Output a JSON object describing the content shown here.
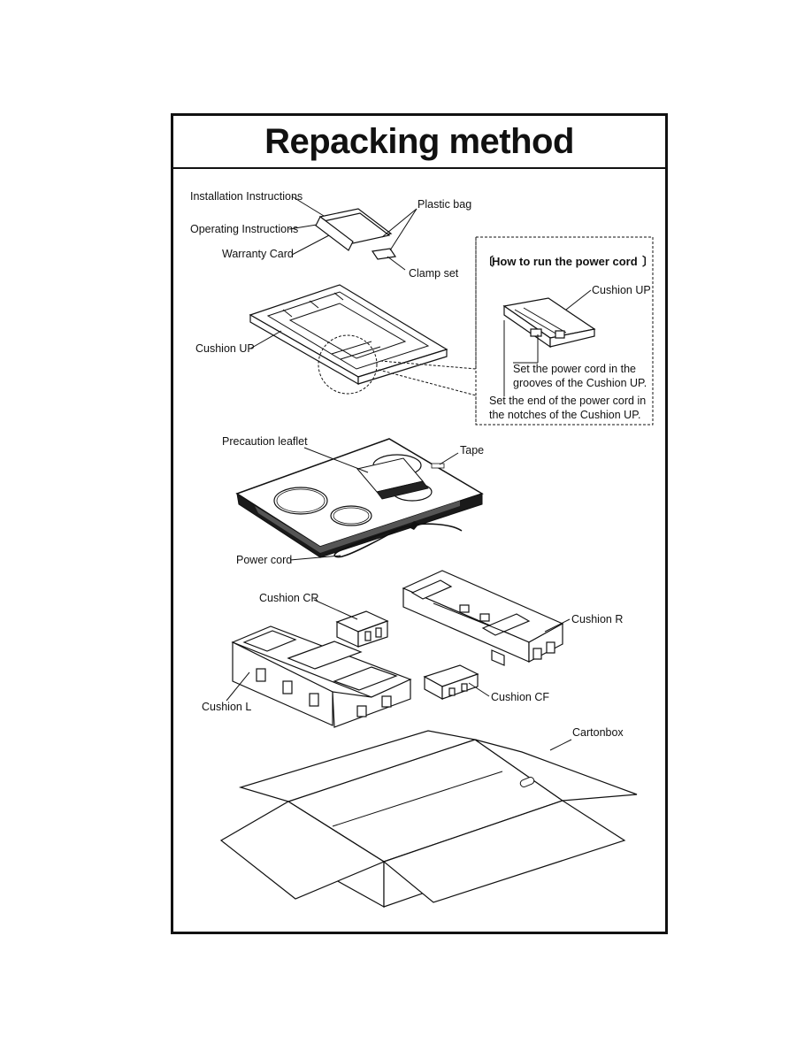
{
  "title": "Repacking method",
  "labels": {
    "installation_instructions": "Installation Instructions",
    "operating_instructions": "Operating Instructions",
    "warranty_card": "Warranty Card",
    "plastic_bag": "Plastic bag",
    "clamp_set": "Clamp set",
    "cushion_up": "Cushion UP",
    "how_to_run": "How to run the power cord",
    "inset_cushion_up": "Cushion UP",
    "grooves_line1": "Set the power cord in the",
    "grooves_line2": "grooves of the Cushion UP.",
    "notches_line1": "Set the end of the power cord in",
    "notches_line2": "the notches of the Cushion UP.",
    "precaution_leaflet": "Precaution leaflet",
    "tape": "Tape",
    "power_cord": "Power cord",
    "cushion_cr": "Cushion CR",
    "cushion_r": "Cushion R",
    "cushion_l": "Cushion L",
    "cushion_cf": "Cushion CF",
    "cartonbox": "Cartonbox"
  }
}
